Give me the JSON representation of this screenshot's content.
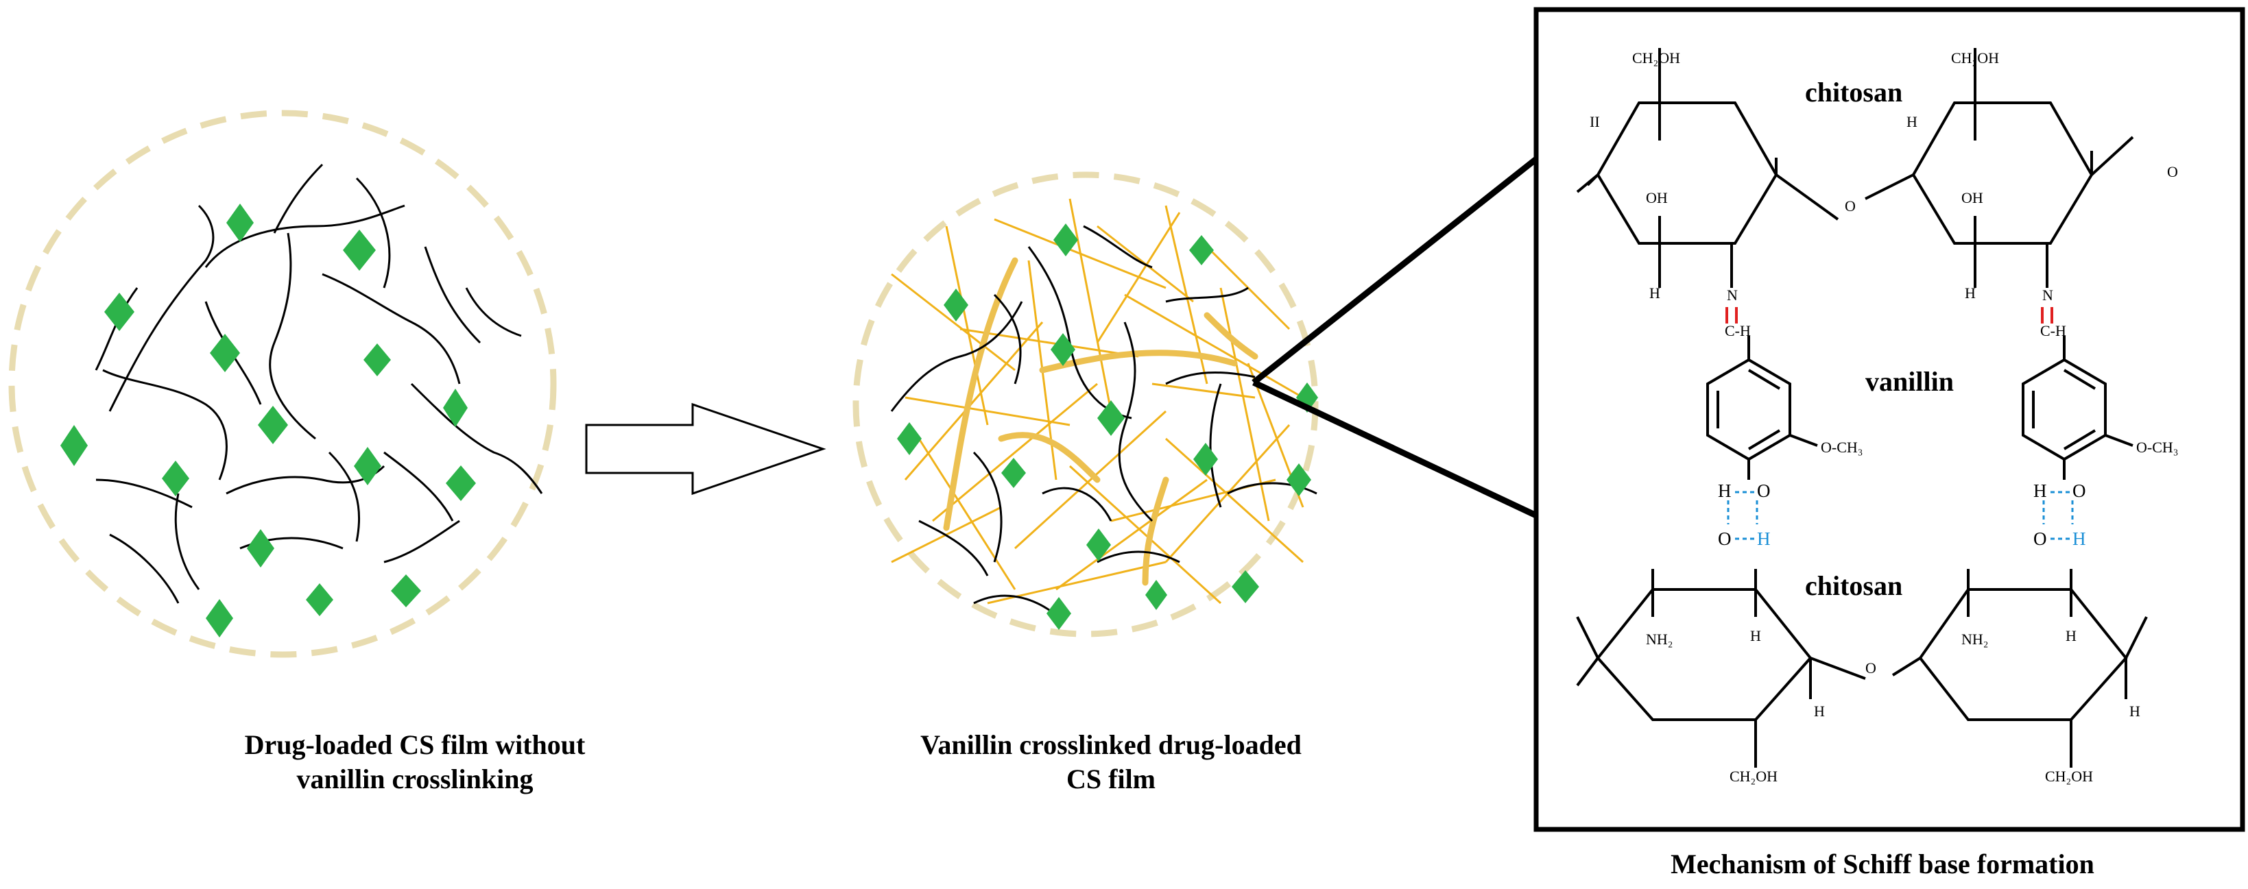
{
  "captions": {
    "left_line1": "Drug-loaded CS film without",
    "left_line2": "vanillin crosslinking",
    "mid_line1": "Vanillin crosslinked drug-loaded",
    "mid_line2": "CS film",
    "right": "Mechanism of Schiff base formation"
  },
  "mechanism": {
    "chitosan_top": "chitosan",
    "chitosan_bottom": "chitosan",
    "vanillin": "vanillin",
    "ch2oh": "CH₂OH",
    "oh": "OH",
    "h": "H",
    "ii": "II",
    "o": "O",
    "n": "N",
    "ch": "C-H",
    "och3": "O-CH₃",
    "nh2": "NH₂",
    "hbond_h": "H",
    "hbond_o": "O"
  },
  "colors": {
    "drug": "#2db34a",
    "crosslinker": "#f0b21a",
    "circle_border": "#e8dcb0",
    "double_bond": "#e02020",
    "hbond": "#1a8fd6"
  }
}
